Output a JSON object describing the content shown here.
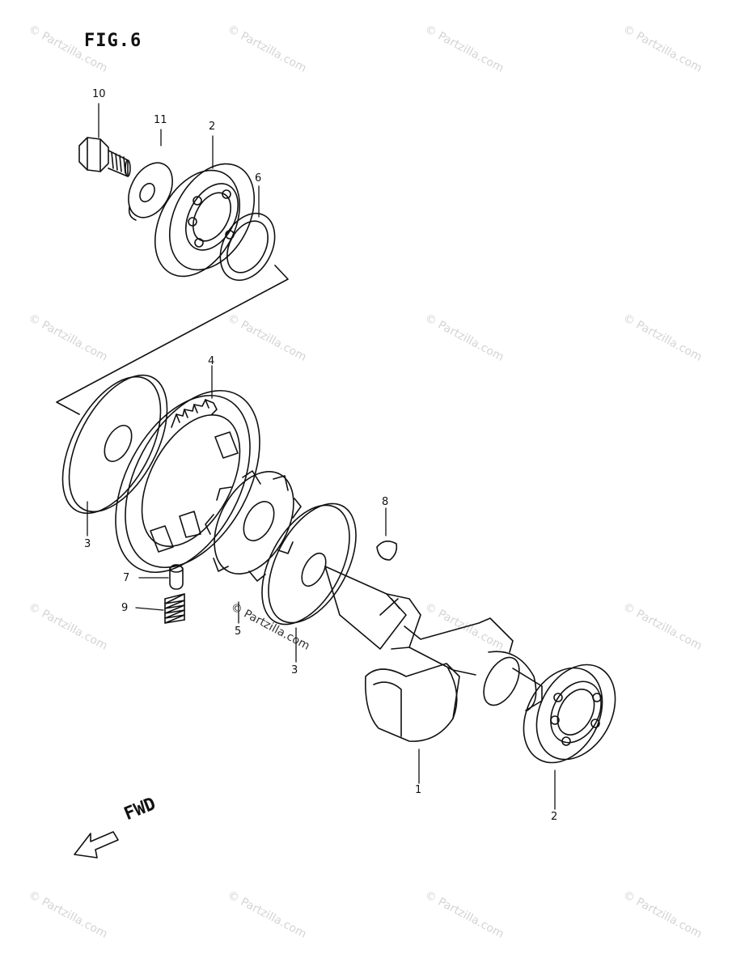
{
  "title": "FIG.6",
  "direction_label": "FWD",
  "watermark": "© Partzilla.com",
  "callouts": {
    "c1": "1",
    "c2_top": "2",
    "c2_bottom": "2",
    "c3_left": "3",
    "c3_mid": "3",
    "c4": "4",
    "c5_mid": "5",
    "c6": "6",
    "c7": "7",
    "c8": "8",
    "c9": "9",
    "c10": "10",
    "c11": "11"
  },
  "icons": [
    "bolt-icon",
    "washer-icon",
    "bearing-icon",
    "oil-seal-icon",
    "gear-icon",
    "retainer-icon",
    "shaft-icon",
    "pin-icon",
    "key-icon",
    "spring-icon",
    "fwd-arrow-icon"
  ]
}
